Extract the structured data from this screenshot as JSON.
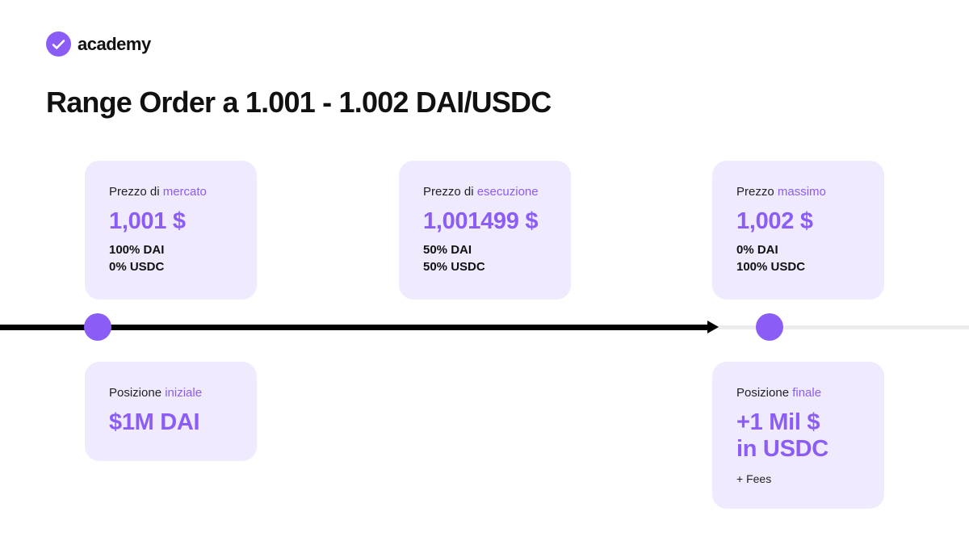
{
  "brand": {
    "name": "academy",
    "icon": "check-mark-icon",
    "color": "#8b5cf6"
  },
  "title": "Range Order a 1.001 - 1.002 DAI/USDC",
  "cards": {
    "market": {
      "label_prefix": "Prezzo di ",
      "label_accent": "mercato",
      "value": "1,001 $",
      "lines": [
        "100% DAI",
        "0% USDC"
      ]
    },
    "execution": {
      "label_prefix": "Prezzo di ",
      "label_accent": "esecuzione",
      "value": "1,001499 $",
      "lines": [
        "50% DAI",
        "50% USDC"
      ]
    },
    "max": {
      "label_prefix": "Prezzo ",
      "label_accent": "massimo",
      "value": "1,002 $",
      "lines": [
        "0% DAI",
        "100% USDC"
      ]
    },
    "initial": {
      "label_prefix": "Posizione ",
      "label_accent": "iniziale",
      "value": "$1M DAI"
    },
    "final": {
      "label_prefix": "Posizione ",
      "label_accent": "finale",
      "value_line1": "+1 Mil $",
      "value_line2": "in USDC",
      "note": "+ Fees"
    }
  },
  "colors": {
    "accent": "#8b5cf6",
    "card_bg": "#efeafd",
    "track_done": "#000000",
    "track_todo": "#ececec"
  }
}
